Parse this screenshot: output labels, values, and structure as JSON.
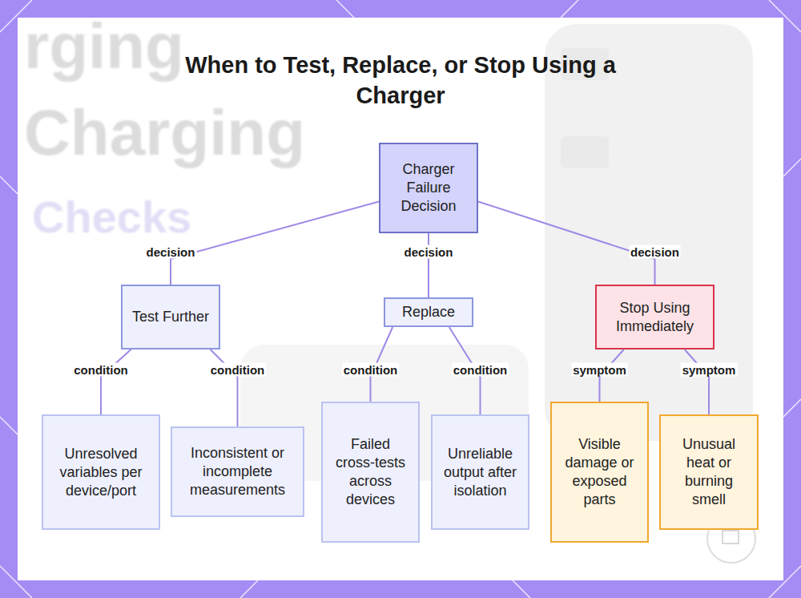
{
  "diagram": {
    "title": "When to Test, Replace, or Stop Using a Charger",
    "nodes": [
      {
        "text": [
          "Charger Failure Decision"
        ]
      },
      {
        "text": [
          "Test Further"
        ]
      },
      {
        "text": [
          "Replace"
        ]
      },
      {
        "text": [
          "Stop Using Immediately"
        ]
      },
      {
        "text": [
          "Unresolved variables per device/port"
        ]
      },
      {
        "text": [
          "Inconsistent or incomplete measurements"
        ]
      },
      {
        "text": [
          "Failed cross-tests across devices"
        ]
      },
      {
        "text": [
          "Unreliable output after isolation"
        ]
      },
      {
        "text": [
          "Visible damage or exposed parts"
        ]
      },
      {
        "text": [
          "Unusual heat or burning smell"
        ]
      }
    ],
    "edges": [
      {
        "from": 0,
        "to": 1,
        "label": "decision",
        "arrow": "none"
      },
      {
        "from": 0,
        "to": 2,
        "label": "decision",
        "arrow": "none"
      },
      {
        "from": 0,
        "to": 3,
        "label": "decision",
        "arrow": "none"
      },
      {
        "from": 1,
        "to": 4,
        "label": "condition",
        "arrow": "none"
      },
      {
        "from": 1,
        "to": 5,
        "label": "condition",
        "arrow": "none"
      },
      {
        "from": 2,
        "to": 6,
        "label": "condition",
        "arrow": "none"
      },
      {
        "from": 2,
        "to": 7,
        "label": "condition",
        "arrow": "none"
      },
      {
        "from": 3,
        "to": 8,
        "label": "symptom",
        "arrow": "none"
      },
      {
        "from": 3,
        "to": 9,
        "label": "symptom",
        "arrow": "none"
      }
    ],
    "labels": [
      "rging",
      "Charging",
      "Checks"
    ]
  }
}
